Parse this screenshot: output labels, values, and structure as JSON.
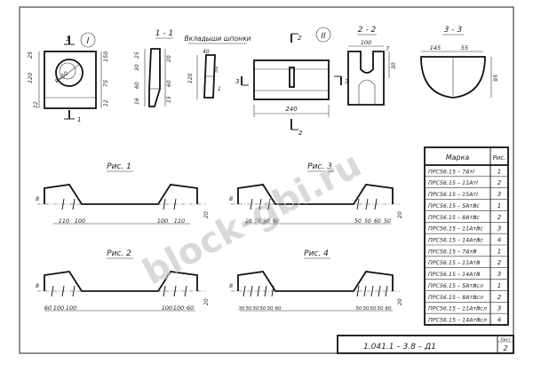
{
  "views": {
    "view1_label": "I",
    "view2_label": "II",
    "section_1_1": "1 - 1",
    "section_2_2": "2 - 2",
    "section_3_3": "3 - 3",
    "key_inserts": "Вкладыши шпонки"
  },
  "dims": {
    "v1_w1": "25",
    "v1_w2": "150",
    "v1_h1": "120",
    "v1_h2": "12",
    "v1_h3": "75",
    "v1_r": "R=50",
    "v1_12": "12",
    "s11_a": "25",
    "s11_b": "30",
    "s11_c": "20",
    "s11_d": "60",
    "s11_e": "60",
    "s11_f": "15",
    "s11_g": "16",
    "key_a": "40",
    "key_b": "30",
    "key_c": "120",
    "key_d": "1",
    "v2_240": "240",
    "v2_3": "3",
    "s22_100": "100",
    "s22_7": "7",
    "s22_30": "30",
    "s33_145": "145",
    "s33_55": "55",
    "s33_95": "95",
    "cut_1": "1",
    "cut_2": "2",
    "cut_3": "3"
  },
  "figures": [
    {
      "title": "Рис. 1",
      "dims": [
        "110",
        "100",
        "100",
        "110"
      ],
      "left": "8",
      "right": "20"
    },
    {
      "title": "Рис. 3",
      "dims": [
        "20",
        "50",
        "50",
        "60",
        "50",
        "50",
        "60",
        "50"
      ],
      "left": "8",
      "right": "20"
    },
    {
      "title": "Рис. 2",
      "dims": [
        "60",
        "100",
        "100",
        "100",
        "100",
        "60"
      ],
      "left": "8",
      "right": "20"
    },
    {
      "title": "Рис. 4",
      "dims": [
        "30",
        "50",
        "50",
        "50",
        "50",
        "60",
        "50",
        "50",
        "50",
        "50",
        "60"
      ],
      "left": "8",
      "right": "20"
    }
  ],
  "table": {
    "header_mark": "Марка",
    "header_fig": "Рис.",
    "rows": [
      {
        "mark": "ПРС56.15 – 7АтⅠ",
        "fig": "1"
      },
      {
        "mark": "ПРС56.15 – 11АтⅠ",
        "fig": "2"
      },
      {
        "mark": "ПРС56.15 – 15АтⅠ",
        "fig": "3"
      },
      {
        "mark": "ПРС56.15 – 5АтⅢс",
        "fig": "1"
      },
      {
        "mark": "ПРС56.15 – 8АтⅢс",
        "fig": "2"
      },
      {
        "mark": "ПРС56.15 – 11АтⅢс",
        "fig": "3"
      },
      {
        "mark": "ПРС56.15 – 14АтⅢс",
        "fig": "4"
      },
      {
        "mark": "ПРС56.15 – 7АтⅢ",
        "fig": "1"
      },
      {
        "mark": "ПРС56.15 – 11АтⅢ",
        "fig": "2"
      },
      {
        "mark": "ПРС56.15 – 14АтⅢ",
        "fig": "3"
      },
      {
        "mark": "ПРС56.15 – 5АтⅢсл",
        "fig": "1"
      },
      {
        "mark": "ПРС56.15 – 8АтⅢсл",
        "fig": "2"
      },
      {
        "mark": "ПРС56.15 – 11АтⅢсл",
        "fig": "3"
      },
      {
        "mark": "ПРС56.15 – 14АтⅢсл",
        "fig": "4"
      }
    ]
  },
  "title_block": {
    "code": "1.041.1 – 3.8 – Д1",
    "sheet_label": "Лист",
    "sheet_no": "2"
  },
  "watermark": "block-gbi.ru"
}
